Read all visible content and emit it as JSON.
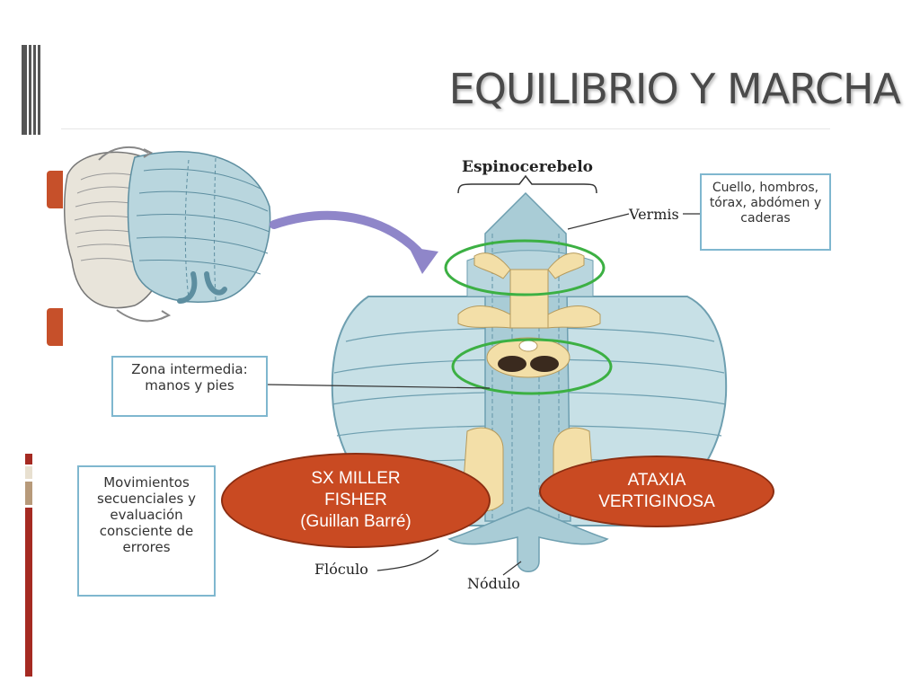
{
  "slide": {
    "title": "EQUILIBRIO Y MARCHA"
  },
  "diagram": {
    "header_label": "Espinocerebelo",
    "vermis_label": "Vermis",
    "vermis_box": [
      "Cuello, hombros,",
      "tórax, abdómen y",
      "caderas"
    ],
    "intermediate_box": [
      "Zona intermedia:",
      "manos y pies"
    ],
    "lateral_box": [
      "Movimientos",
      "secuenciales y",
      "evaluación",
      "consciente de",
      "errores"
    ],
    "floculo_label": "Flóculo",
    "nodulo_label": "Nódulo"
  },
  "ovals": {
    "left": [
      "SX MILLER",
      "FISHER",
      "(Guillan Barré)"
    ],
    "right": [
      "ATAXIA",
      "VERTIGINOSA"
    ]
  },
  "colors": {
    "accent": "#c94a22",
    "highlight_ring": "#3cb043",
    "cerebellum_blue": "#b9d6de",
    "homunculus": "#f3dfa8"
  }
}
